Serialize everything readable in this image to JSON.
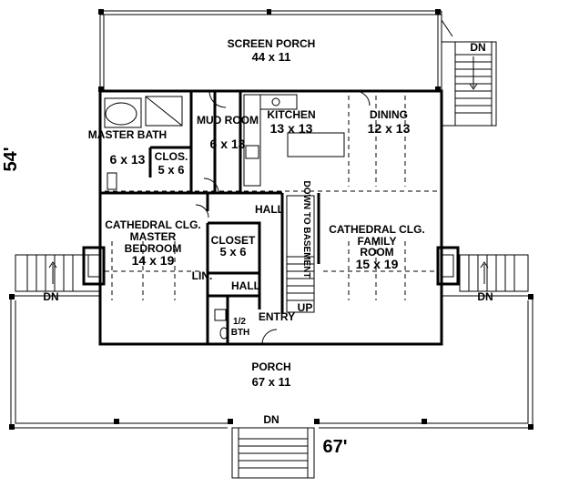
{
  "rooms": {
    "screen_porch": {
      "name": "SCREEN PORCH",
      "size": "44 x 11"
    },
    "master_bath": {
      "name": "MASTER BATH",
      "size": "6 x 13"
    },
    "master_closet": {
      "name": "CLOS.",
      "size": "5 x 6"
    },
    "mud_room": {
      "name": "MUD ROOM",
      "size": "6 x 13"
    },
    "kitchen": {
      "name": "KITCHEN",
      "size": "13 x 13"
    },
    "dining": {
      "name": "DINING",
      "size": "12 x 13"
    },
    "hall_upper": {
      "name": "HALL"
    },
    "down_to_basement": {
      "name": "DOWN TO BASEMENT"
    },
    "master_bedroom": {
      "name_line1": "CATHEDRAL CLG.",
      "name_line2": "MASTER",
      "name_line3": "BEDROOM",
      "size": "14 x 19"
    },
    "closet": {
      "name": "CLOSET",
      "size": "5 x 6"
    },
    "family_room": {
      "name_line1": "CATHEDRAL CLG.",
      "name_line2": "FAMILY",
      "name_line3": "ROOM",
      "size": "15 x 19"
    },
    "linen": {
      "name": "LIN."
    },
    "hall_lower": {
      "name": "HALL"
    },
    "half_bath": {
      "name_line1": "1/2",
      "name_line2": "BTH"
    },
    "entry": {
      "name": "ENTRY"
    },
    "porch": {
      "name": "PORCH",
      "size": "67 x 11"
    }
  },
  "stairs": {
    "up": "UP",
    "dn_top_right": "DN",
    "dn_left": "DN",
    "dn_right": "DN",
    "dn_bottom": "DN"
  },
  "dimensions": {
    "depth": "54'",
    "width": "67'"
  }
}
